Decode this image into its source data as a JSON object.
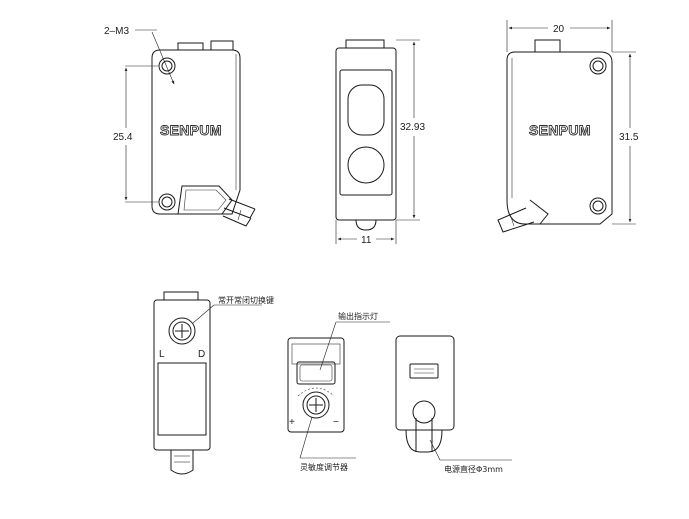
{
  "dimensions": {
    "hole_spec": "2–M3",
    "hole_spacing": "25.4",
    "side_height": "32.93",
    "side_width": "11",
    "back_width": "20",
    "back_height": "31.5"
  },
  "brand": "SENPUM",
  "labels": {
    "mode_switch": "常开常闭切换键",
    "mode_L": "L",
    "mode_D": "D",
    "output_indicator": "输出指示灯",
    "sensitivity_adjuster": "灵敏度调节器",
    "plus": "+",
    "minus": "−",
    "cable": "电源直径Φ3mm"
  }
}
